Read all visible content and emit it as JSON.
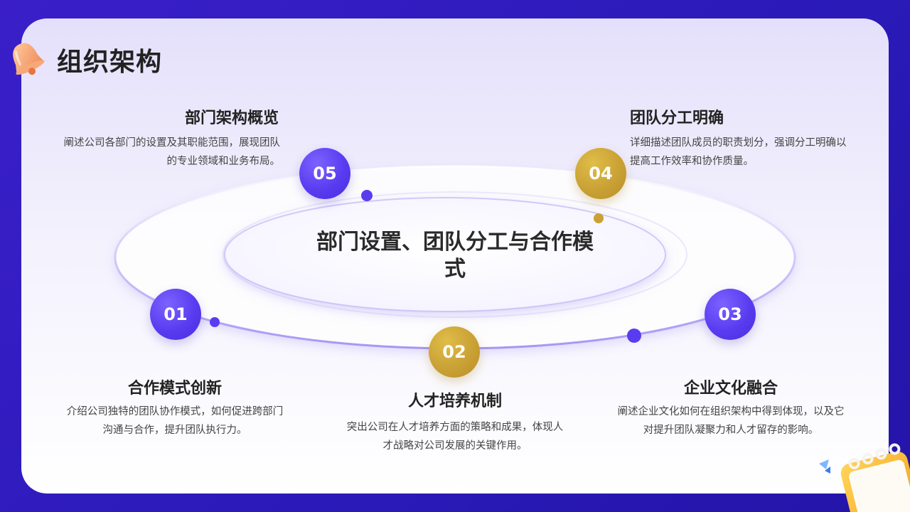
{
  "slide": {
    "title": "组织架构",
    "center_text": "部门设置、团队分工与合作模式"
  },
  "items": [
    {
      "number": "01",
      "title": "合作模式创新",
      "desc": "介绍公司独特的团队协作模式，如何促进跨部门沟通与合作，提升团队执行力。",
      "color": "purple"
    },
    {
      "number": "02",
      "title": "人才培养机制",
      "desc": "突出公司在人才培养方面的策略和成果，体现人才战略对公司发展的关键作用。",
      "color": "gold"
    },
    {
      "number": "03",
      "title": "企业文化融合",
      "desc": "阐述企业文化如何在组织架构中得到体现，以及它对提升团队凝聚力和人才留存的影响。",
      "color": "purple"
    },
    {
      "number": "04",
      "title": "团队分工明确",
      "desc": "详细描述团队成员的职责划分，强调分工明确以提高工作效率和协作质量。",
      "color": "gold"
    },
    {
      "number": "05",
      "title": "部门架构概览",
      "desc": "阐述公司各部门的设置及其职能范围，展现团队的专业领域和业务布局。",
      "color": "purple"
    }
  ],
  "colors": {
    "purple": "#5a3cf0",
    "gold": "#c9a135",
    "background": "#2a1ab8"
  },
  "icons": {
    "bell": "bell-icon",
    "calendar": "calendar-icon"
  }
}
